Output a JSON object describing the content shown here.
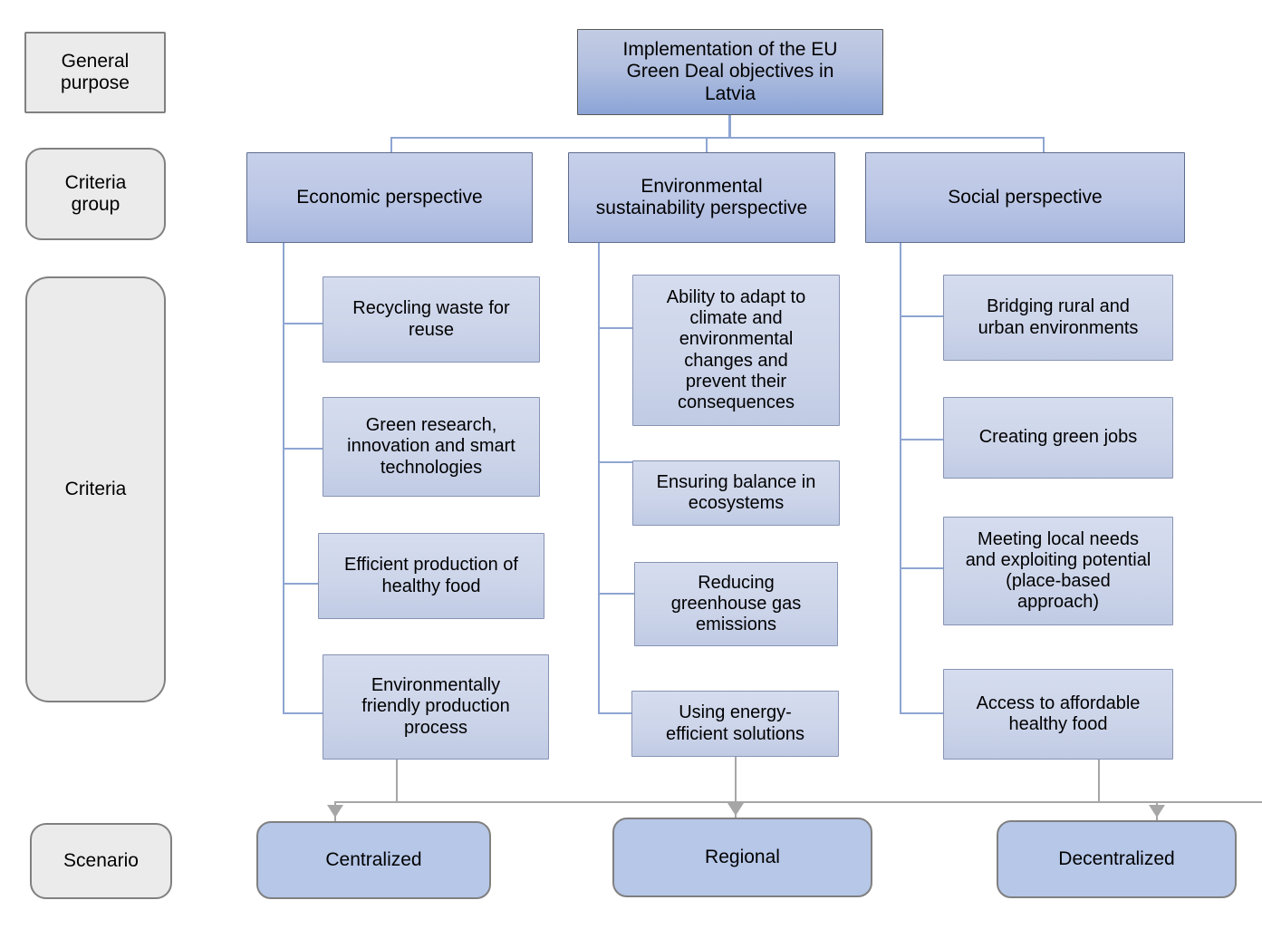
{
  "diagram": {
    "title_text": "Implementation of the EU\nGreen Deal objectives in\nLatvia",
    "colors": {
      "goal_fill": "#b3c0e0",
      "group_fill": "#bcc7e6",
      "criterion_fill": "#cdd5ea",
      "scenario_fill": "#b6c7e8",
      "legend_fill": "#ebebeb",
      "connector_blue": "#8ea5d2",
      "connector_gray": "#a6a6a6",
      "border_gray": "#808080"
    }
  },
  "legend": {
    "items": [
      {
        "id": "general-purpose",
        "label": "General\npurpose"
      },
      {
        "id": "criteria-group",
        "label": "Criteria\ngroup"
      },
      {
        "id": "criteria",
        "label": "Criteria"
      },
      {
        "id": "scenario",
        "label": "Scenario"
      }
    ]
  },
  "goal": {
    "label": "Implementation of the EU\nGreen Deal objectives in\nLatvia"
  },
  "groups": [
    {
      "id": "economic",
      "label": "Economic perspective",
      "criteria": [
        {
          "id": "recycling-waste",
          "label": "Recycling waste for\nreuse"
        },
        {
          "id": "green-research",
          "label": "Green research,\ninnovation and smart\ntechnologies"
        },
        {
          "id": "efficient-production",
          "label": "Efficient production of\nhealthy food"
        },
        {
          "id": "friendly-production",
          "label": "Environmentally\nfriendly production\nprocess"
        }
      ]
    },
    {
      "id": "environmental",
      "label": "Environmental\nsustainability perspective",
      "criteria": [
        {
          "id": "adapt-climate",
          "label": "Ability to adapt to\nclimate and\nenvironmental\nchanges and\nprevent their\nconsequences"
        },
        {
          "id": "ecosystem-balance",
          "label": "Ensuring balance in\necosystems"
        },
        {
          "id": "reducing-ghg",
          "label": "Reducing\ngreenhouse gas\nemissions"
        },
        {
          "id": "energy-efficient",
          "label": "Using energy-\nefficient solutions"
        }
      ]
    },
    {
      "id": "social",
      "label": "Social perspective",
      "criteria": [
        {
          "id": "bridging-rural-urban",
          "label": "Bridging rural and\nurban environments"
        },
        {
          "id": "green-jobs",
          "label": "Creating green jobs"
        },
        {
          "id": "local-needs",
          "label": "Meeting local needs\nand exploiting potential\n(place-based\napproach)"
        },
        {
          "id": "affordable-food",
          "label": "Access to affordable\nhealthy food"
        }
      ]
    }
  ],
  "scenarios": [
    {
      "id": "centralized",
      "label": "Centralized"
    },
    {
      "id": "regional",
      "label": "Regional"
    },
    {
      "id": "decentralized",
      "label": "Decentralized"
    }
  ]
}
